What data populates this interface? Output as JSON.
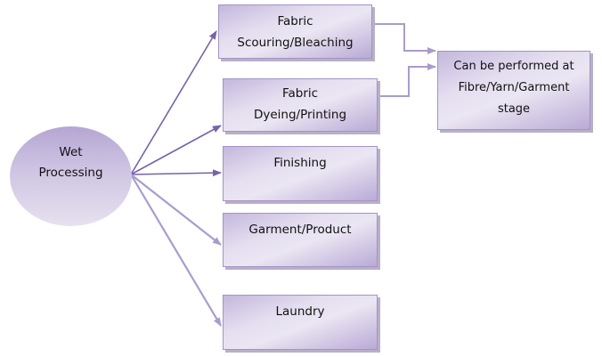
{
  "diagram": {
    "root": {
      "lines": [
        "Wet",
        "Processing"
      ]
    },
    "branches": [
      {
        "lines": [
          "Fabric",
          "Scouring/Bleaching"
        ]
      },
      {
        "lines": [
          "Fabric",
          "Dyeing/Printing"
        ]
      },
      {
        "lines": [
          "Finishing"
        ]
      },
      {
        "lines": [
          "Garment/Product"
        ]
      },
      {
        "lines": [
          "Laundry"
        ]
      }
    ],
    "note": {
      "lines": [
        "Can be performed at",
        "Fibre/Yarn/Garment",
        "stage"
      ]
    },
    "connections": [
      {
        "from": "Wet Processing",
        "to": "Fabric Scouring/Bleaching"
      },
      {
        "from": "Wet Processing",
        "to": "Fabric Dyeing/Printing"
      },
      {
        "from": "Wet Processing",
        "to": "Finishing"
      },
      {
        "from": "Wet Processing",
        "to": "Garment/Product"
      },
      {
        "from": "Wet Processing",
        "to": "Laundry"
      },
      {
        "from": "Fabric Scouring/Bleaching",
        "to": "Can be performed at Fibre/Yarn/Garment stage"
      },
      {
        "from": "Fabric Dyeing/Printing",
        "to": "Can be performed at Fibre/Yarn/Garment stage"
      }
    ],
    "colors": {
      "arrow_dark": "#7763a8",
      "arrow_light": "#a99ccc",
      "node_fill": "#d9d1ea",
      "node_border": "#a394c3"
    }
  }
}
